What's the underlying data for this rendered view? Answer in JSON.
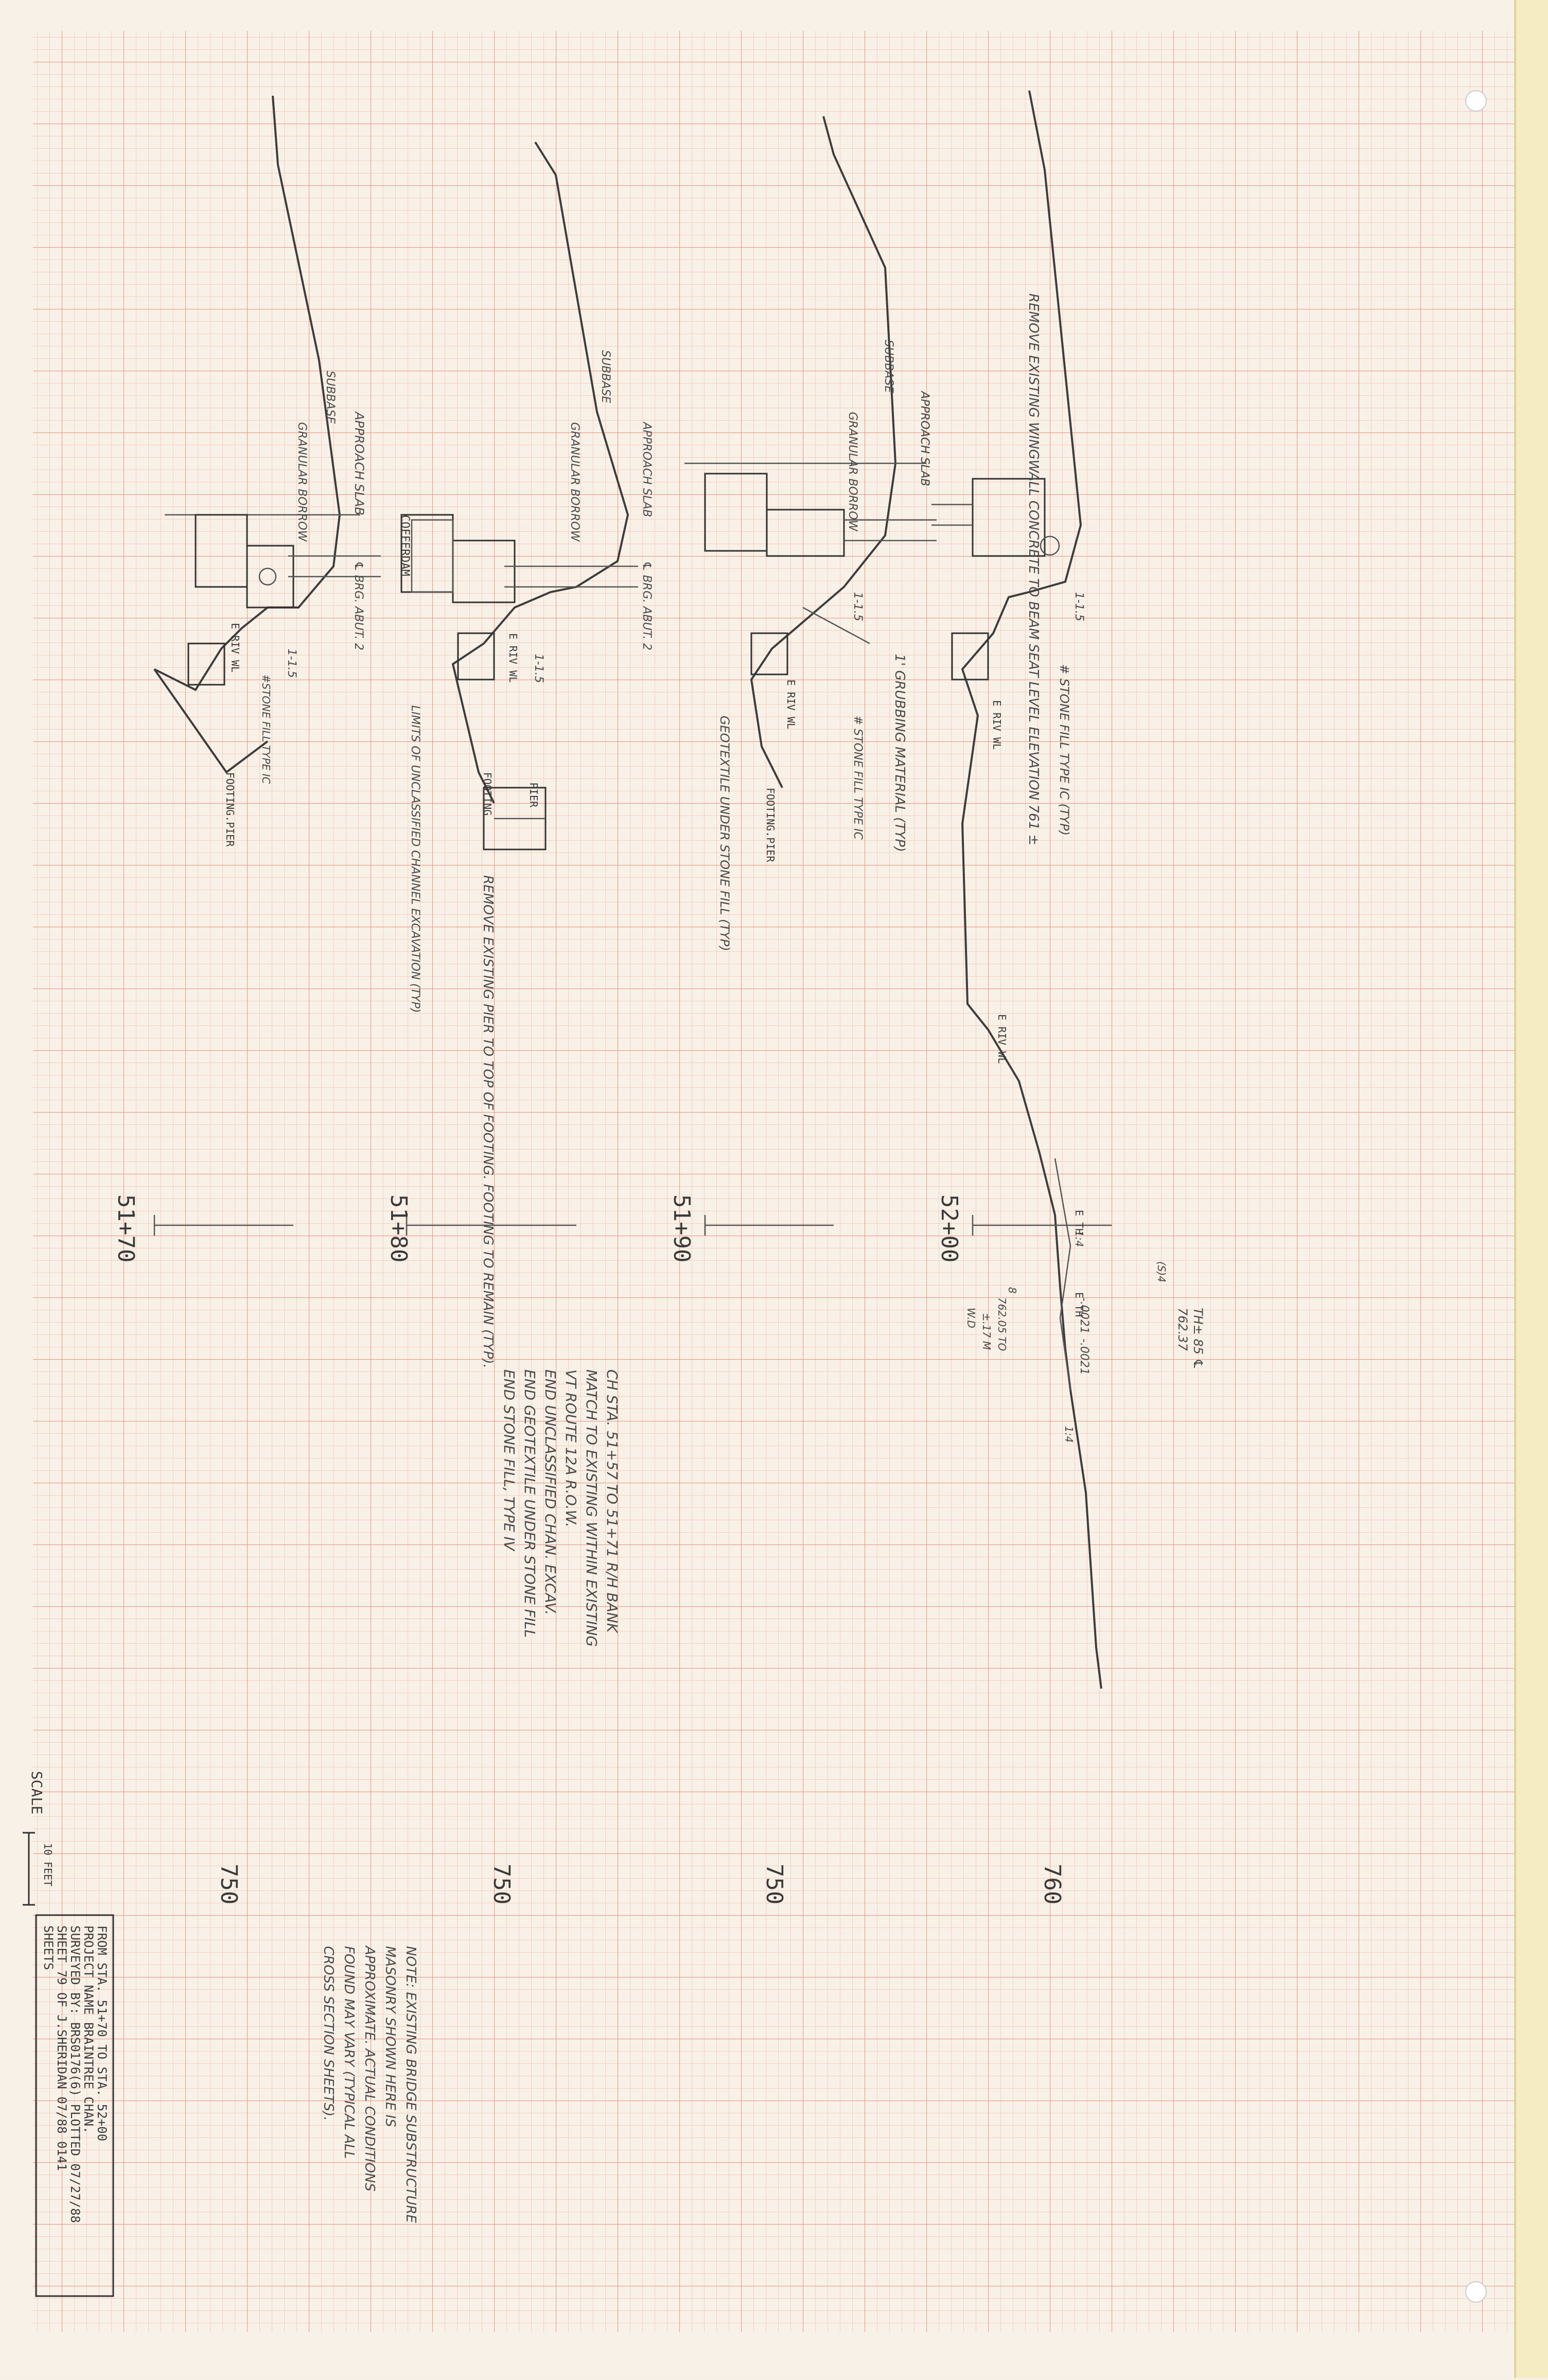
{
  "sections": [
    {
      "station": "51+70",
      "labels": [
        "APPROACH SLAB",
        "SUBBASE",
        "GRANULAR BORROW",
        "℄ BRG. ABUT. 2",
        "1-1.5",
        "E RIV WL",
        "#STONE FILL TYPE IC",
        "FOOTING.PIER"
      ]
    },
    {
      "station": "51+80",
      "labels": [
        "APPROACH SLAB",
        "SUBBASE",
        "GRANULAR BORROW",
        "COFFERDAM",
        "℄ BRG. ABUT. 2",
        "E RIV WL",
        "1-1.5",
        "LIMITS OF UNCLASSIFIED CHANNEL EXCAVATION (TYP)",
        "FOOTING",
        "PIER",
        "REMOVE EXISTING PIER TO TOP OF FOOTING. FOOTING TO REMAIN (TYP)."
      ]
    },
    {
      "station": "51+90",
      "labels": [
        "APPROACH SLAB",
        "SUBBASE",
        "GRANULAR BORROW",
        "1-1.5",
        "1' GRUBBING MATERIAL (TYP)",
        "E RIV WL",
        "# STONE FILL TYPE IC",
        "GEOTEXTILE UNDER STONE FILL (TYP)",
        "FOOTING.PIER"
      ]
    },
    {
      "station": "52+00",
      "labels": [
        "REMOVE EXISTING WINGWALL CONCRETE TO BEAM SEAT LEVEL ELEVATION 761 ±",
        "APPROACH SLAB",
        "1-1.5",
        "# STONE FILL TYPE IC (TYP)",
        "E RIV WL",
        "E RIV WL",
        "E TH",
        "E TH",
        "1:4",
        "1:4",
        "-.0021",
        "-.0021"
      ]
    }
  ],
  "elevations": [
    "760",
    "750",
    "750",
    "750"
  ],
  "elevation_note": [
    "TH± 85 ℄",
    "762.37",
    "(S)4",
    "762.05 TO",
    "±.17 M",
    "8",
    "W.D"
  ],
  "channel_note": [
    "CH STA. 51+57 TO 51+71 R/H BANK",
    "MATCH TO EXISTING WITHIN EXISTING",
    "VT ROUTE 12A R.O.W.",
    "END UNCLASSIFIED CHAN. EXCAV.",
    "END GEOTEXTILE UNDER STONE FILL",
    "END STONE FILL, TYPE IV"
  ],
  "general_note": [
    "NOTE: EXISTING BRIDGE SUBSTRUCTURE",
    "MASONRY SHOWN HERE IS",
    "APPROXIMATE. ACTUAL CONDITIONS",
    "FOUND MAY VARY (TYPICAL ALL",
    "CROSS SECTION SHEETS)."
  ],
  "scale": {
    "label": "SCALE",
    "value": "10 FEET"
  },
  "title_block": [
    "FROM STA. 51+70    TO STA.  52+00",
    "PROJECT NAME    BRAINTREE CHAN.",
    "SURVEYED BY:   BRS0176(6)   PLOTTED 07/27/88",
    "SHEET 79 OF    J.SHERIDAN    07/88 0141",
    "              SHEETS"
  ]
}
